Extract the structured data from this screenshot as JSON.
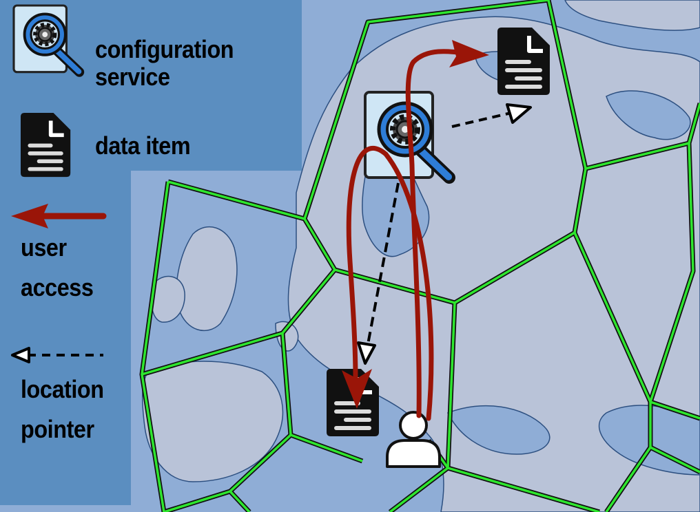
{
  "legend": {
    "config_service_label_line1": "configuration",
    "config_service_label_line2": "service",
    "data_item_label": "data item",
    "user_access_label_line1": "user",
    "user_access_label_line2": "access",
    "location_pointer_label_line1": "location",
    "location_pointer_label_line2": "pointer"
  },
  "colors": {
    "sea": "#8fadd6",
    "land": "#b9c3d8",
    "cell_border": "#2ee62e",
    "legend_panel": "#5b8ec0",
    "user_access_arrow": "#9a1508",
    "pointer_arrow": "#000000",
    "doc_icon": "#111111",
    "service_icon_bg": "#cfe6f5"
  },
  "icons": {
    "config_service": "configuration-service-icon",
    "data_item": "document-icon",
    "user": "user-icon"
  }
}
